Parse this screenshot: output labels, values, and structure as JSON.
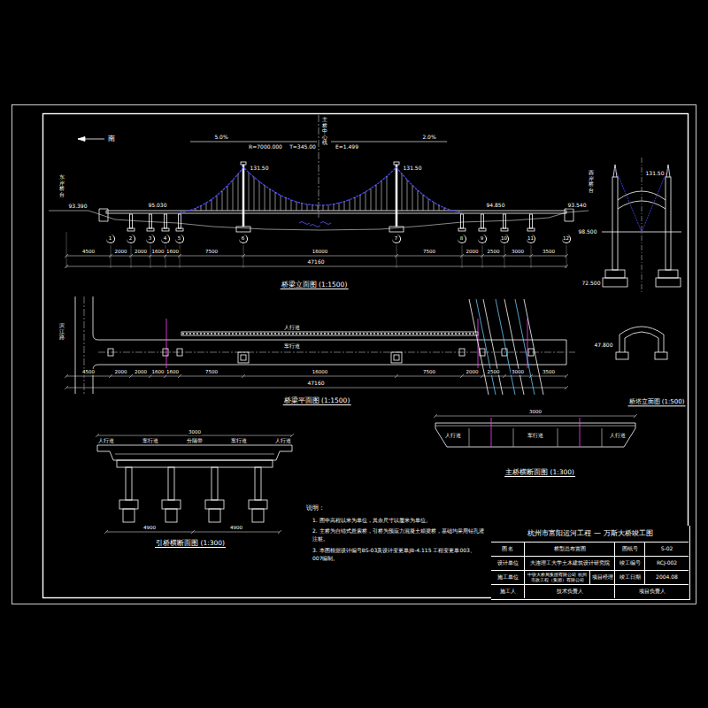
{
  "diagram": {
    "nodes": [
      {
        "text": [
          "1"
        ]
      },
      {
        "text": [
          "2"
        ]
      },
      {
        "text": [
          "3"
        ]
      },
      {
        "text": [
          "4"
        ]
      },
      {
        "text": [
          "5"
        ]
      },
      {
        "text": [
          "6"
        ]
      },
      {
        "text": [
          "7"
        ]
      },
      {
        "text": [
          "8"
        ]
      },
      {
        "text": [
          "9"
        ]
      },
      {
        "text": [
          "10"
        ]
      },
      {
        "text": [
          "11"
        ]
      },
      {
        "text": [
          "12"
        ]
      },
      {
        "text": [
          "杭州市富阳运河工程 — 万斯大桥竣工图"
        ]
      },
      {
        "text": [
          "图 名"
        ],
        "in": 12
      },
      {
        "text": [
          "桥型总布置图"
        ],
        "in": 12
      },
      {
        "text": [
          "图纸号"
        ],
        "in": 12
      },
      {
        "text": [
          "S-02"
        ],
        "in": 12
      },
      {
        "text": [
          "设计单位"
        ],
        "in": 12
      },
      {
        "text": [
          "大连理工大学土木建筑设计研究院"
        ],
        "in": 12
      },
      {
        "text": [
          "竣工编号"
        ],
        "in": 12
      },
      {
        "text": [
          "RCJ-002"
        ],
        "in": 12
      },
      {
        "text": [
          "施工单位"
        ],
        "in": 12
      },
      {
        "text": [
          "中铁大桥局集团有限公司 杭州市政工程（集团）有限公司"
        ],
        "in": 12
      },
      {
        "text": [
          "项目经理"
        ],
        "in": 12
      },
      {
        "text": [
          "竣工日期"
        ],
        "in": 12
      },
      {
        "text": [
          "2004.08"
        ],
        "in": 12
      },
      {
        "text": [
          "施工人"
        ],
        "in": 12
      },
      {
        "text": [
          "技术负责人"
        ],
        "in": 12
      },
      {
        "text": [
          "项目负责人"
        ],
        "in": 12
      }
    ],
    "labels": [
      "南",
      "主桥中心线",
      "5.0%",
      "2.0%",
      "R=7000.000",
      "T=345.00",
      "E=1.499",
      "131.50",
      "131.50",
      "93.390",
      "93.540",
      "东岸桥台",
      "西岸桥台",
      "95.030",
      "94.850",
      "4500",
      "2000",
      "2000",
      "1600",
      "1600",
      "7500",
      "16000",
      "7500",
      "2000",
      "2500",
      "3000",
      "3500",
      "47160",
      "桥梁立面图 (1:1500)",
      "滨江路",
      "人行道",
      "车行道",
      "4500",
      "2000",
      "2000",
      "1600",
      "1600",
      "7500",
      "16000",
      "7500",
      "2000",
      "2500",
      "3000",
      "3500",
      "47160",
      "桥梁平面图 (1:1500)",
      "131.50",
      "98.500",
      "72.500",
      "47.800",
      "桥塔立面图 (1:500)",
      "3000",
      "人行道",
      "车行道",
      "分隔带",
      "车行道",
      "人行道",
      "4900",
      "4900",
      "引桥横断面图 (1:300)",
      "3000",
      "人行道",
      "车行道",
      "人行道",
      "主桥横断面图 (1:300)",
      "说明：",
      "1. 图中高程以米为单位，其余尺寸以厘米为单位。",
      "2. 主桥为自锚式悬索桥，引桥为预应力混凝土箱梁桥，基础均采用钻孔灌注桩。",
      "3. 本图根据设计编号BS-03及设计变更单JB-4.115 工程变更单003、007编制。"
    ]
  }
}
